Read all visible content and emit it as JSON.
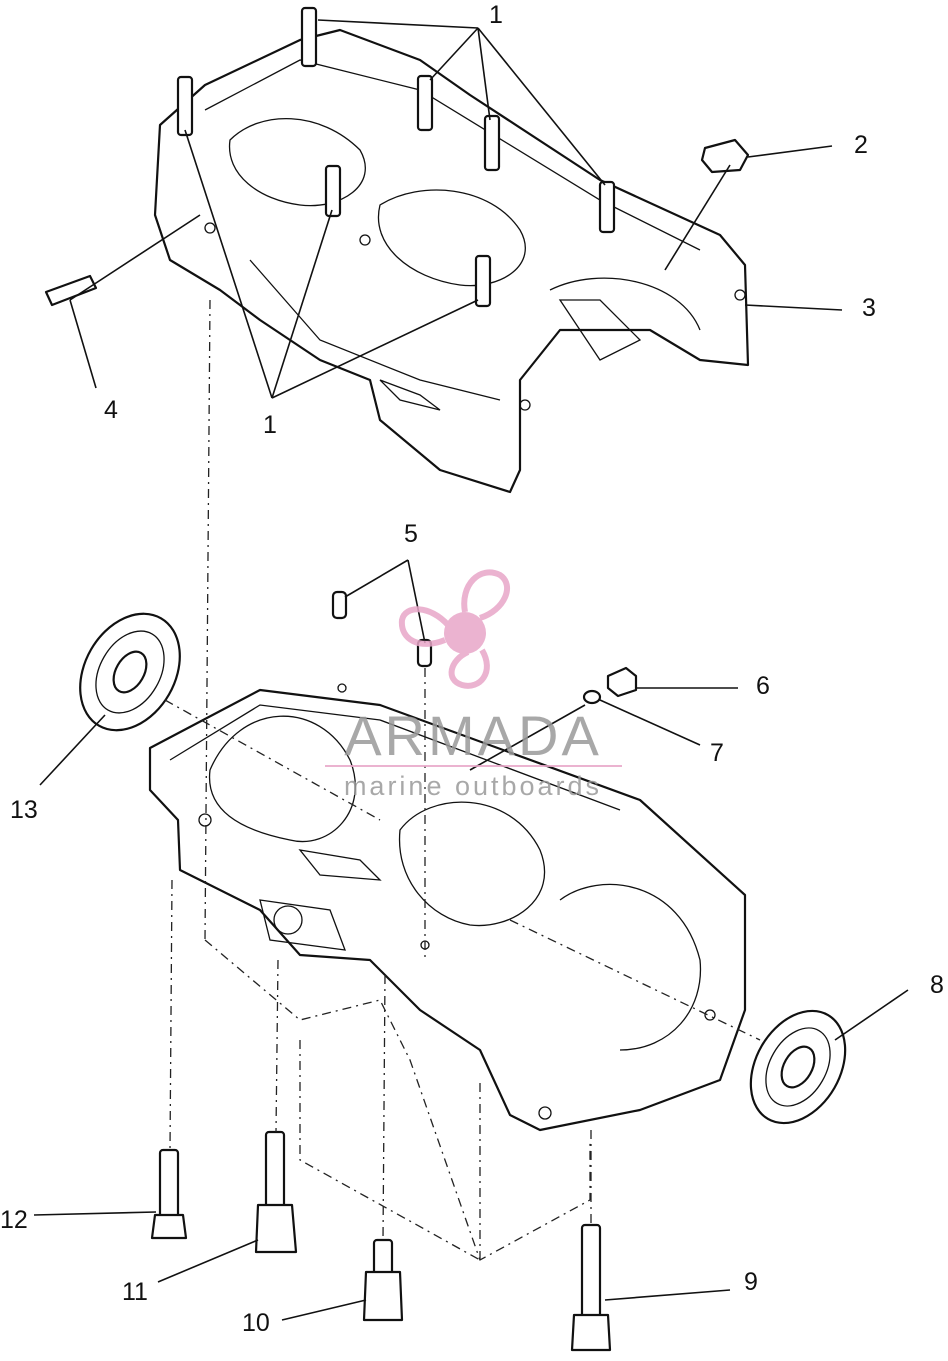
{
  "diagram": {
    "callouts": [
      {
        "id": "1a",
        "text": "1"
      },
      {
        "id": "1b",
        "text": "1"
      },
      {
        "id": "2",
        "text": "2"
      },
      {
        "id": "3",
        "text": "3"
      },
      {
        "id": "4",
        "text": "4"
      },
      {
        "id": "5",
        "text": "5"
      },
      {
        "id": "6",
        "text": "6"
      },
      {
        "id": "7",
        "text": "7"
      },
      {
        "id": "8",
        "text": "8"
      },
      {
        "id": "9",
        "text": "9"
      },
      {
        "id": "10",
        "text": "10"
      },
      {
        "id": "11",
        "text": "11"
      },
      {
        "id": "12",
        "text": "12"
      },
      {
        "id": "13",
        "text": "13"
      }
    ]
  },
  "watermark": {
    "brand": "ARMADA",
    "tagline": "marine outboards",
    "color": "#e8a6c8",
    "text_color": "#9a9a9a"
  }
}
